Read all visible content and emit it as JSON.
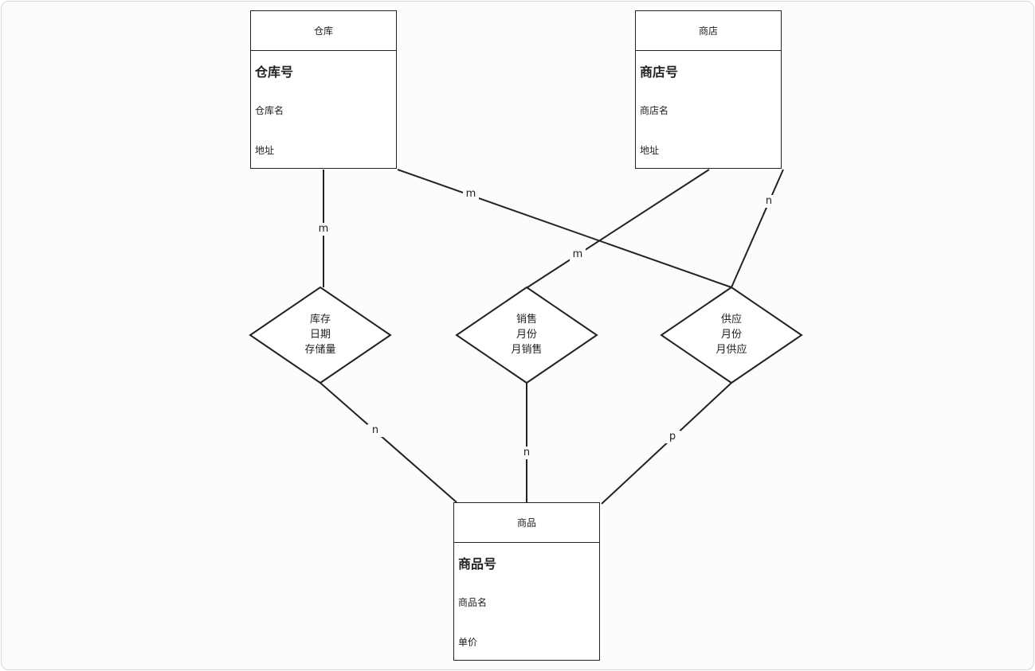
{
  "entities": {
    "warehouse": {
      "title": "仓库",
      "key": "仓库号",
      "attrs": [
        "仓库名",
        "地址"
      ]
    },
    "store": {
      "title": "商店",
      "key": "商店号",
      "attrs": [
        "商店名",
        "地址"
      ]
    },
    "product": {
      "title": "商品",
      "key": "商品号",
      "attrs": [
        "商品名",
        "单价"
      ]
    }
  },
  "relationships": {
    "inventory": {
      "lines": [
        "库存",
        "日期",
        "存储量"
      ]
    },
    "sales": {
      "lines": [
        "销售",
        "月份",
        "月销售"
      ]
    },
    "supply": {
      "lines": [
        "供应",
        "月份",
        "月供应"
      ]
    }
  },
  "cardinalities": {
    "warehouse_inventory": "m",
    "warehouse_supply": "m",
    "store_sales": "m",
    "store_supply": "n",
    "inventory_product": "n",
    "sales_product": "n",
    "supply_product": "p"
  }
}
